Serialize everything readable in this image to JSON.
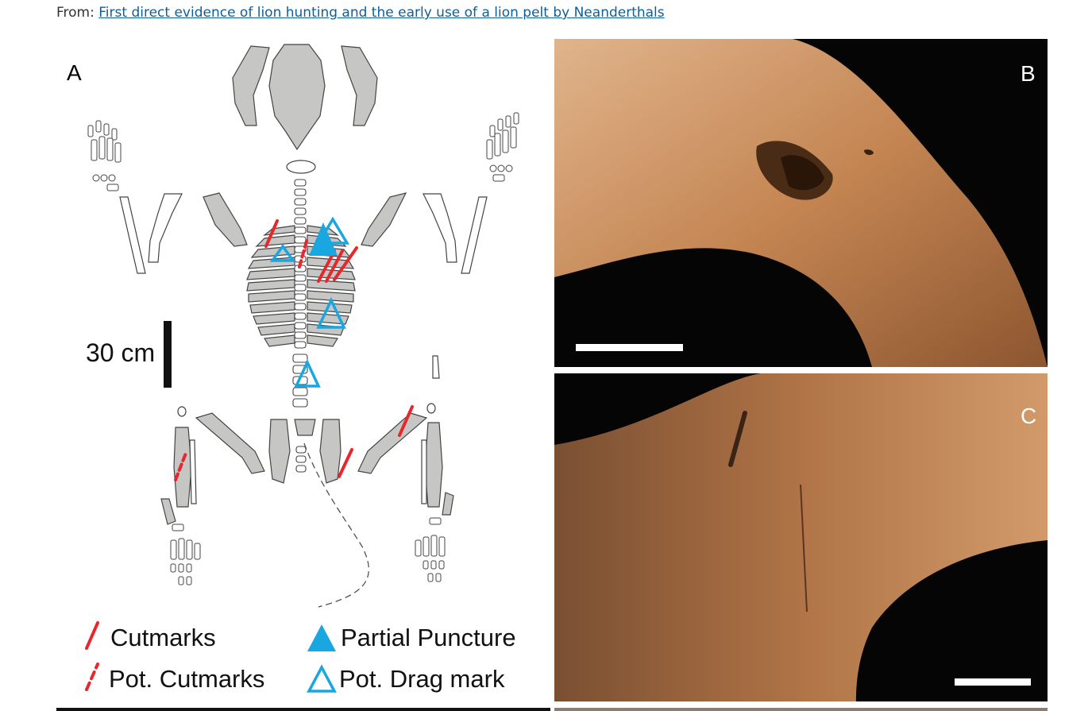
{
  "source": {
    "prefix": "From:",
    "article_title": "First direct evidence of lion hunting and the early use of a lion pelt by Neanderthals"
  },
  "figure": {
    "panels": {
      "a": "A",
      "b": "B",
      "c": "C"
    },
    "scale_bar_label": "30 cm",
    "legend": [
      {
        "symbol": "red-slash",
        "label": "Cutmarks"
      },
      {
        "symbol": "blue-filled-triangle",
        "label": "Partial Puncture"
      },
      {
        "symbol": "red-dashed-slash",
        "label": "Pot. Cutmarks"
      },
      {
        "symbol": "blue-outline-triangle",
        "label": "Pot. Drag mark"
      }
    ],
    "colors": {
      "bone": "#c6c6c4",
      "cutmark": "#e8262b",
      "mark_blue": "#18a7e0",
      "photo_bone": "#b87a4a"
    }
  }
}
